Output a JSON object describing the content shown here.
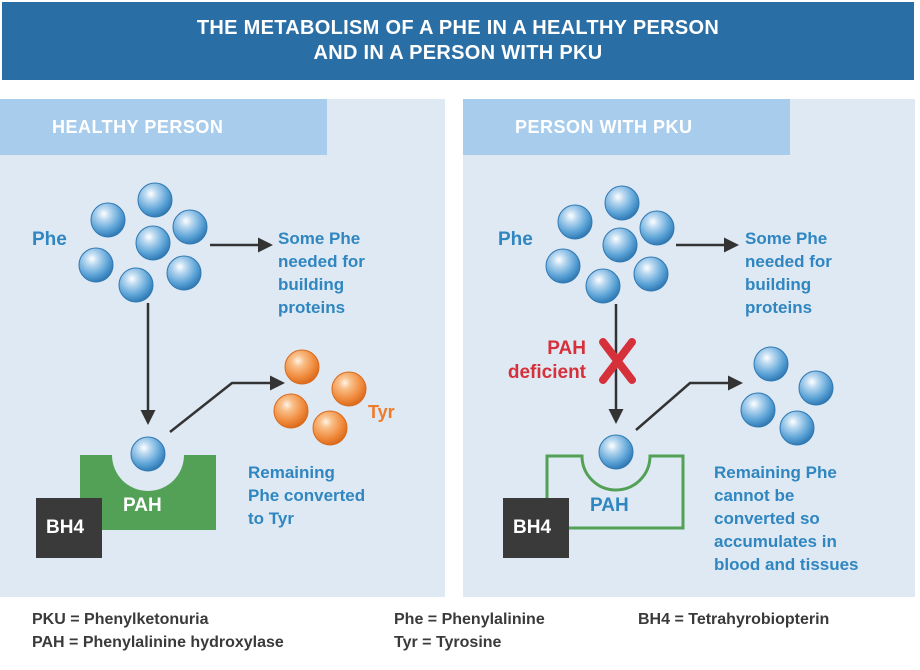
{
  "header": {
    "title_line1": "THE METABOLISM OF A PHE IN A HEALTHY PERSON",
    "title_line2": "AND IN A PERSON WITH PKU"
  },
  "healthy": {
    "tab_label": "HEALTHY PERSON",
    "phe_label": "Phe",
    "some_phe": [
      "Some Phe",
      "needed for",
      "building",
      "proteins"
    ],
    "tyr_label": "Tyr",
    "enzyme_label": "PAH",
    "cofactor_label": "BH4",
    "remaining": [
      "Remaining",
      "Phe converted",
      "to Tyr"
    ]
  },
  "pku": {
    "tab_label": "PERSON WITH PKU",
    "phe_label": "Phe",
    "some_phe": [
      "Some Phe",
      "needed for",
      "building",
      "proteins"
    ],
    "deficient": [
      "PAH",
      "deficient"
    ],
    "enzyme_label": "PAH",
    "cofactor_label": "BH4",
    "remaining": [
      "Remaining Phe",
      "cannot be",
      "converted so",
      "accumulates in",
      "blood and tissues"
    ]
  },
  "legend": {
    "pku": "PKU = Phenylketonuria",
    "pah": "PAH = Phenylalinine hydroxylase",
    "phe": "Phe = Phenylalinine",
    "tyr": "Tyr = Tyrosine",
    "bh4": "BH4 = Tetrahyrobiopterin"
  },
  "colors": {
    "header_bg": "#2a6ea6",
    "panel_bg": "#dfe9f3",
    "tab_bg": "#a8ccec",
    "phe_ball": "#5aa2d6",
    "tyr_ball": "#f08a3c",
    "enzyme_green": "#53a157",
    "cofactor_dark": "#3a3a3a",
    "deficient_red": "#d6303a"
  }
}
